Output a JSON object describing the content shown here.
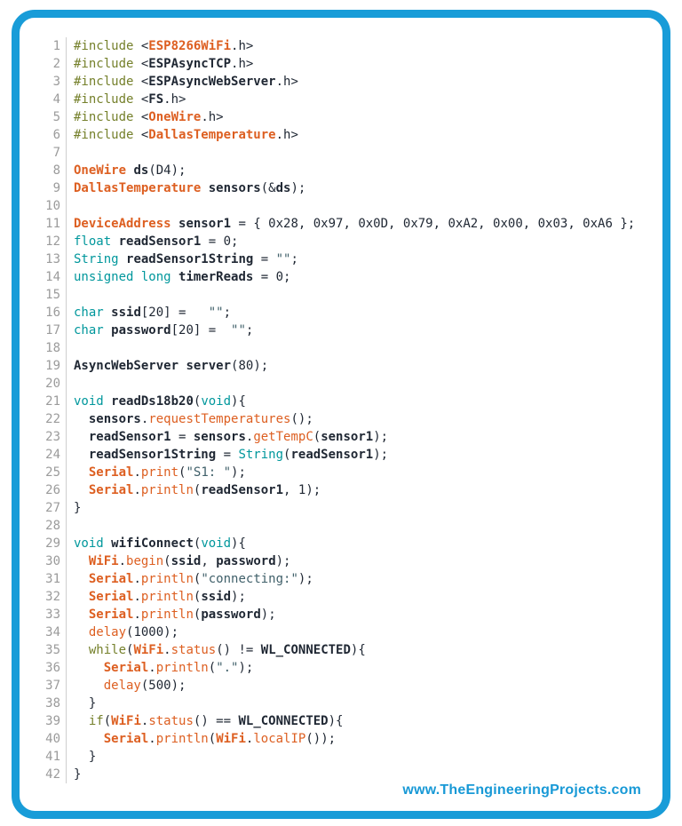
{
  "frame": {
    "border_color": "#189CD8",
    "background": "#ffffff"
  },
  "watermark": {
    "text": "www.TheEngineeringProjects.com",
    "color": "#1899D6"
  },
  "syntax_colors": {
    "preprocessor_keyword": "#75802B",
    "datatype_keyword": "#00979C",
    "known_class": "#DD5F21",
    "function_call": "#DD5F21",
    "identifier_bold": "#1f2733",
    "string_literal": "#40606A",
    "plain_text": "#1f2733",
    "line_number": "#9b9b9b",
    "gutter_separator": "#cfcfcf"
  },
  "code": {
    "language": "arduino-cpp",
    "lines": [
      {
        "n": 1,
        "seg": [
          [
            "pre",
            "#include"
          ],
          [
            "pl",
            " <"
          ],
          [
            "cls",
            "ESP8266WiFi"
          ],
          [
            "pl",
            ".h>"
          ]
        ]
      },
      {
        "n": 2,
        "seg": [
          [
            "pre",
            "#include"
          ],
          [
            "pl",
            " <"
          ],
          [
            "id",
            "ESPAsyncTCP"
          ],
          [
            "pl",
            ".h>"
          ]
        ]
      },
      {
        "n": 3,
        "seg": [
          [
            "pre",
            "#include"
          ],
          [
            "pl",
            " <"
          ],
          [
            "id",
            "ESPAsyncWebServer"
          ],
          [
            "pl",
            ".h>"
          ]
        ]
      },
      {
        "n": 4,
        "seg": [
          [
            "pre",
            "#include"
          ],
          [
            "pl",
            " <"
          ],
          [
            "id",
            "FS"
          ],
          [
            "pl",
            ".h>"
          ]
        ]
      },
      {
        "n": 5,
        "seg": [
          [
            "pre",
            "#include"
          ],
          [
            "pl",
            " <"
          ],
          [
            "cls",
            "OneWire"
          ],
          [
            "pl",
            ".h>"
          ]
        ]
      },
      {
        "n": 6,
        "seg": [
          [
            "pre",
            "#include"
          ],
          [
            "pl",
            " <"
          ],
          [
            "cls",
            "DallasTemperature"
          ],
          [
            "pl",
            ".h>"
          ]
        ]
      },
      {
        "n": 7,
        "seg": []
      },
      {
        "n": 8,
        "seg": [
          [
            "cls",
            "OneWire"
          ],
          [
            "pl",
            " "
          ],
          [
            "id",
            "ds"
          ],
          [
            "pl",
            "(D4);"
          ]
        ]
      },
      {
        "n": 9,
        "seg": [
          [
            "cls",
            "DallasTemperature"
          ],
          [
            "pl",
            " "
          ],
          [
            "id",
            "sensors"
          ],
          [
            "pl",
            "(&"
          ],
          [
            "id",
            "ds"
          ],
          [
            "pl",
            ");"
          ]
        ]
      },
      {
        "n": 10,
        "seg": []
      },
      {
        "n": 11,
        "seg": [
          [
            "cls",
            "DeviceAddress"
          ],
          [
            "pl",
            " "
          ],
          [
            "id",
            "sensor1"
          ],
          [
            "pl",
            " = { 0x28, 0x97, 0x0D, 0x79, 0xA2, 0x00, 0x03, 0xA6 };"
          ]
        ]
      },
      {
        "n": 12,
        "seg": [
          [
            "type",
            "float"
          ],
          [
            "pl",
            " "
          ],
          [
            "id",
            "readSensor1"
          ],
          [
            "pl",
            " = 0;"
          ]
        ]
      },
      {
        "n": 13,
        "seg": [
          [
            "type",
            "String"
          ],
          [
            "pl",
            " "
          ],
          [
            "id",
            "readSensor1String"
          ],
          [
            "pl",
            " = "
          ],
          [
            "str",
            "\"\""
          ],
          [
            "pl",
            ";"
          ]
        ]
      },
      {
        "n": 14,
        "seg": [
          [
            "type",
            "unsigned long"
          ],
          [
            "pl",
            " "
          ],
          [
            "id",
            "timerReads"
          ],
          [
            "pl",
            " = 0;"
          ]
        ]
      },
      {
        "n": 15,
        "seg": []
      },
      {
        "n": 16,
        "seg": [
          [
            "type",
            "char"
          ],
          [
            "pl",
            " "
          ],
          [
            "id",
            "ssid"
          ],
          [
            "pl",
            "[20] =   "
          ],
          [
            "str",
            "\"\""
          ],
          [
            "pl",
            ";"
          ]
        ]
      },
      {
        "n": 17,
        "seg": [
          [
            "type",
            "char"
          ],
          [
            "pl",
            " "
          ],
          [
            "id",
            "password"
          ],
          [
            "pl",
            "[20] =  "
          ],
          [
            "str",
            "\"\""
          ],
          [
            "pl",
            ";"
          ]
        ]
      },
      {
        "n": 18,
        "seg": []
      },
      {
        "n": 19,
        "seg": [
          [
            "id",
            "AsyncWebServer"
          ],
          [
            "pl",
            " "
          ],
          [
            "id",
            "server"
          ],
          [
            "pl",
            "(80);"
          ]
        ]
      },
      {
        "n": 20,
        "seg": []
      },
      {
        "n": 21,
        "seg": [
          [
            "type",
            "void"
          ],
          [
            "pl",
            " "
          ],
          [
            "id",
            "readDs18b20"
          ],
          [
            "pl",
            "("
          ],
          [
            "type",
            "void"
          ],
          [
            "pl",
            "){"
          ]
        ]
      },
      {
        "n": 22,
        "seg": [
          [
            "pl",
            "  "
          ],
          [
            "id",
            "sensors"
          ],
          [
            "pl",
            "."
          ],
          [
            "fn",
            "requestTemperatures"
          ],
          [
            "pl",
            "();"
          ]
        ]
      },
      {
        "n": 23,
        "seg": [
          [
            "pl",
            "  "
          ],
          [
            "id",
            "readSensor1"
          ],
          [
            "pl",
            " = "
          ],
          [
            "id",
            "sensors"
          ],
          [
            "pl",
            "."
          ],
          [
            "fn",
            "getTempC"
          ],
          [
            "pl",
            "("
          ],
          [
            "id",
            "sensor1"
          ],
          [
            "pl",
            ");"
          ]
        ]
      },
      {
        "n": 24,
        "seg": [
          [
            "pl",
            "  "
          ],
          [
            "id",
            "readSensor1String"
          ],
          [
            "pl",
            " = "
          ],
          [
            "type",
            "String"
          ],
          [
            "pl",
            "("
          ],
          [
            "id",
            "readSensor1"
          ],
          [
            "pl",
            ");"
          ]
        ]
      },
      {
        "n": 25,
        "seg": [
          [
            "pl",
            "  "
          ],
          [
            "cls",
            "Serial"
          ],
          [
            "pl",
            "."
          ],
          [
            "fn",
            "print"
          ],
          [
            "pl",
            "("
          ],
          [
            "str",
            "\"S1: \""
          ],
          [
            "pl",
            ");"
          ]
        ]
      },
      {
        "n": 26,
        "seg": [
          [
            "pl",
            "  "
          ],
          [
            "cls",
            "Serial"
          ],
          [
            "pl",
            "."
          ],
          [
            "fn",
            "println"
          ],
          [
            "pl",
            "("
          ],
          [
            "id",
            "readSensor1"
          ],
          [
            "pl",
            ", 1);"
          ]
        ]
      },
      {
        "n": 27,
        "seg": [
          [
            "pl",
            "}"
          ]
        ]
      },
      {
        "n": 28,
        "seg": []
      },
      {
        "n": 29,
        "seg": [
          [
            "type",
            "void"
          ],
          [
            "pl",
            " "
          ],
          [
            "id",
            "wifiConnect"
          ],
          [
            "pl",
            "("
          ],
          [
            "type",
            "void"
          ],
          [
            "pl",
            "){"
          ]
        ]
      },
      {
        "n": 30,
        "seg": [
          [
            "pl",
            "  "
          ],
          [
            "cls",
            "WiFi"
          ],
          [
            "pl",
            "."
          ],
          [
            "fn",
            "begin"
          ],
          [
            "pl",
            "("
          ],
          [
            "id",
            "ssid"
          ],
          [
            "pl",
            ", "
          ],
          [
            "id",
            "password"
          ],
          [
            "pl",
            ");"
          ]
        ]
      },
      {
        "n": 31,
        "seg": [
          [
            "pl",
            "  "
          ],
          [
            "cls",
            "Serial"
          ],
          [
            "pl",
            "."
          ],
          [
            "fn",
            "println"
          ],
          [
            "pl",
            "("
          ],
          [
            "str",
            "\"connecting:\""
          ],
          [
            "pl",
            ");"
          ]
        ]
      },
      {
        "n": 32,
        "seg": [
          [
            "pl",
            "  "
          ],
          [
            "cls",
            "Serial"
          ],
          [
            "pl",
            "."
          ],
          [
            "fn",
            "println"
          ],
          [
            "pl",
            "("
          ],
          [
            "id",
            "ssid"
          ],
          [
            "pl",
            ");"
          ]
        ]
      },
      {
        "n": 33,
        "seg": [
          [
            "pl",
            "  "
          ],
          [
            "cls",
            "Serial"
          ],
          [
            "pl",
            "."
          ],
          [
            "fn",
            "println"
          ],
          [
            "pl",
            "("
          ],
          [
            "id",
            "password"
          ],
          [
            "pl",
            ");"
          ]
        ]
      },
      {
        "n": 34,
        "seg": [
          [
            "pl",
            "  "
          ],
          [
            "fn",
            "delay"
          ],
          [
            "pl",
            "(1000);"
          ]
        ]
      },
      {
        "n": 35,
        "seg": [
          [
            "pl",
            "  "
          ],
          [
            "pre",
            "while"
          ],
          [
            "pl",
            "("
          ],
          [
            "cls",
            "WiFi"
          ],
          [
            "pl",
            "."
          ],
          [
            "fn",
            "status"
          ],
          [
            "pl",
            "() != "
          ],
          [
            "id",
            "WL_CONNECTED"
          ],
          [
            "pl",
            "){"
          ]
        ]
      },
      {
        "n": 36,
        "seg": [
          [
            "pl",
            "    "
          ],
          [
            "cls",
            "Serial"
          ],
          [
            "pl",
            "."
          ],
          [
            "fn",
            "println"
          ],
          [
            "pl",
            "("
          ],
          [
            "str",
            "\".\""
          ],
          [
            "pl",
            ");"
          ]
        ]
      },
      {
        "n": 37,
        "seg": [
          [
            "pl",
            "    "
          ],
          [
            "fn",
            "delay"
          ],
          [
            "pl",
            "(500);"
          ]
        ]
      },
      {
        "n": 38,
        "seg": [
          [
            "pl",
            "  }"
          ]
        ]
      },
      {
        "n": 39,
        "seg": [
          [
            "pl",
            "  "
          ],
          [
            "pre",
            "if"
          ],
          [
            "pl",
            "("
          ],
          [
            "cls",
            "WiFi"
          ],
          [
            "pl",
            "."
          ],
          [
            "fn",
            "status"
          ],
          [
            "pl",
            "() == "
          ],
          [
            "id",
            "WL_CONNECTED"
          ],
          [
            "pl",
            "){"
          ]
        ]
      },
      {
        "n": 40,
        "seg": [
          [
            "pl",
            "    "
          ],
          [
            "cls",
            "Serial"
          ],
          [
            "pl",
            "."
          ],
          [
            "fn",
            "println"
          ],
          [
            "pl",
            "("
          ],
          [
            "cls",
            "WiFi"
          ],
          [
            "pl",
            "."
          ],
          [
            "fn",
            "localIP"
          ],
          [
            "pl",
            "());"
          ]
        ]
      },
      {
        "n": 41,
        "seg": [
          [
            "pl",
            "  }"
          ]
        ]
      },
      {
        "n": 42,
        "seg": [
          [
            "pl",
            "}"
          ]
        ]
      }
    ]
  }
}
